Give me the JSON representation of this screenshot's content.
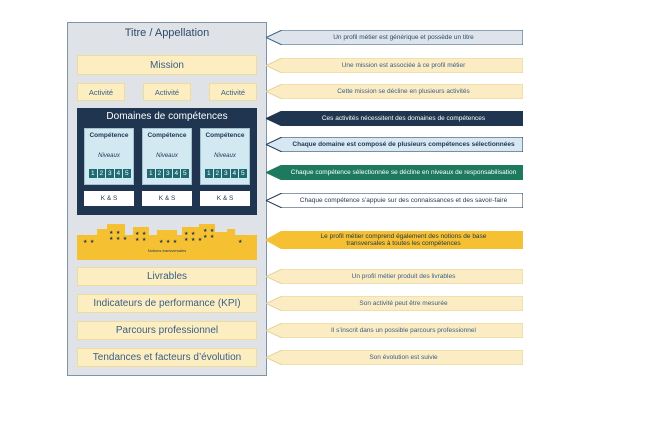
{
  "panel": {
    "title": "Titre / Appellation",
    "mission": "Mission",
    "activities": [
      "Activité",
      "Activité",
      "Activité"
    ],
    "domain": {
      "title": "Domaines de compétences",
      "competences": [
        {
          "title": "Compétence",
          "niveaux": "Niveaux",
          "levels": [
            "1",
            "2",
            "3",
            "4",
            "5"
          ],
          "ks": "K & S"
        },
        {
          "title": "Compétence",
          "niveaux": "Niveaux",
          "levels": [
            "1",
            "2",
            "3",
            "4",
            "5"
          ],
          "ks": "K & S"
        },
        {
          "title": "Compétence",
          "niveaux": "Niveaux",
          "levels": [
            "1",
            "2",
            "3",
            "4",
            "5"
          ],
          "ks": "K & S"
        }
      ]
    },
    "notions_label": "Notions transversales",
    "bottom": [
      "Livrables",
      "Indicateurs de performance (KPI)",
      "Parcours professionnel",
      "Tendances et facteurs d’évolution"
    ]
  },
  "callouts": [
    "Un profil métier est générique et possède un titre",
    "Une mission est associée à ce profil métier",
    "Cette mission se décline en plusieurs activités",
    "Ces activités nécessitent des domaines de compétences",
    "Chaque domaine est composé de plusieurs compétences sélectionnées",
    "Chaque compétence sélectionnée se décline en niveaux de responsabilisation",
    "Chaque compétence s’appuie sur des connaissances et des savoir-faire",
    "Le profil métier comprend également des notions de base transversales à toutes les compétences",
    "Un profil métier produit des livrables",
    "Son activité peut être mesurée",
    "Il s’inscrit dans un possible parcours professionnel",
    "Son évolution est suivie"
  ],
  "colors": {
    "panel_bg": "#dfe3e8",
    "yellow_box": "#fdeec2",
    "domain_bg": "#1f3550",
    "competence_bg": "#d2e9f2",
    "level_bg": "#1f6b74",
    "notions_gold": "#f5c032",
    "callout_grey": "#dde4ec",
    "callout_light": "#fbecc3",
    "callout_navy": "#1f3550",
    "callout_blue": "#d7e8f3",
    "callout_teal": "#1d7a5f",
    "callout_gold": "#f5c032"
  }
}
